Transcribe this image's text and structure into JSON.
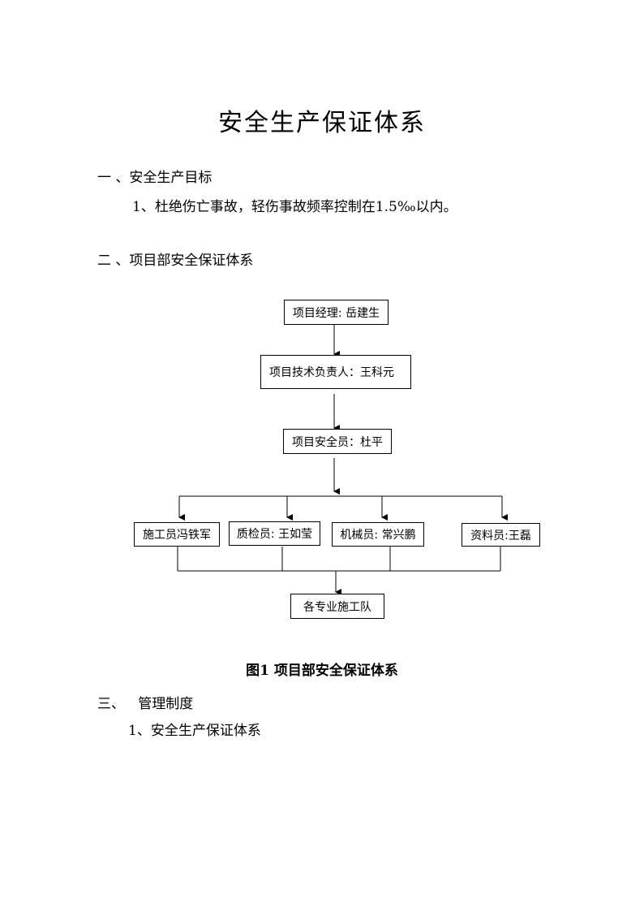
{
  "title": "安全生产保证体系",
  "section1": {
    "heading": "一 、安全生产目标",
    "item": "1、杜绝伤亡事故，轻伤事故频率控制在1.5‰以内。"
  },
  "section2": {
    "heading": "二 、项目部安全保证体系"
  },
  "org_chart": {
    "manager": "项目经理: 岳建生",
    "tech_lead": "项目技术负责人：王科元",
    "safety_officer": "项目安全员：杜平",
    "staff": [
      "施工员冯铁军",
      "质检员: 王如莹",
      "机械员: 常兴鹏",
      "资料员:王磊"
    ],
    "teams": "各专业施工队"
  },
  "figure_caption": "图1  项目部安全保证体系",
  "section3": {
    "heading": "三、   管理制度",
    "item": "1、安全生产保证体系"
  }
}
